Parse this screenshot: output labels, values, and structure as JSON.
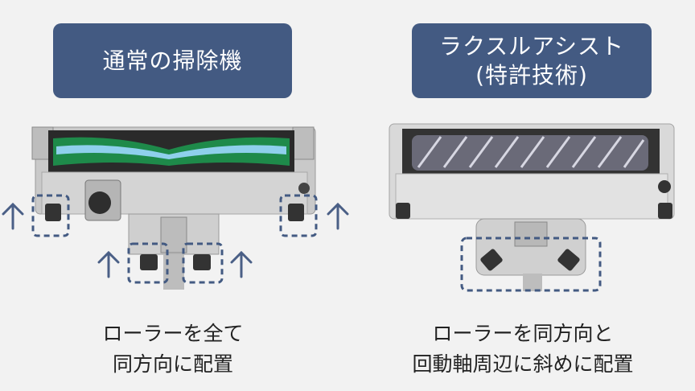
{
  "left_panel": {
    "title": "通常の掃除機",
    "caption_line1": "ローラーを全て",
    "caption_line2": "同方向に配置"
  },
  "right_panel": {
    "title_line1": "ラクスルアシスト",
    "title_line2": "(特許技術)",
    "caption_line1": "ローラーを同方向と",
    "caption_line2": "回動軸周辺に斜めに配置"
  },
  "colors": {
    "badge": "#435a82",
    "arrow": "#4a5f86",
    "dashed_box": "#435a82",
    "background": "#f2f2f2"
  }
}
